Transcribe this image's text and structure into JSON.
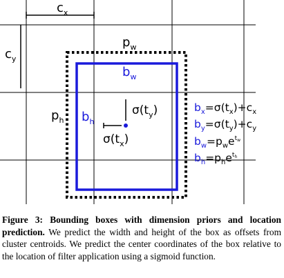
{
  "figure": {
    "grid_color": "#000000",
    "prior_color": "#000000",
    "box_color": "#1a1adb",
    "labels": {
      "cx_main": "c",
      "cx_sub": "x",
      "cy_main": "c",
      "cy_sub": "y",
      "pw_main": "p",
      "pw_sub": "w",
      "ph_main": "p",
      "ph_sub": "h",
      "bw_main": "b",
      "bw_sub": "w",
      "bh_main": "b",
      "bh_sub": "h",
      "sty_pre": "σ(t",
      "sty_sub": "y",
      "sty_post": ")",
      "stx_pre": "σ(t",
      "stx_sub": "x",
      "stx_post": ")"
    },
    "equations": {
      "bx_b": "b",
      "bx_s": "x",
      "bx_rhs1": "=σ(t",
      "bx_rhs_sub": "x",
      "bx_rhs2": ")+c",
      "bx_rhs_sub2": "x",
      "by_b": "b",
      "by_s": "y",
      "by_rhs1": "=σ(t",
      "by_rhs_sub": "y",
      "by_rhs2": ")+c",
      "by_rhs_sub2": "y",
      "bw_b": "b",
      "bw_s": "w",
      "bw_rhs1": "=p",
      "bw_rhs_sub": "w",
      "bw_rhs2": "e",
      "bw_rhs_sup": "t",
      "bw_rhs_supsub": "w",
      "bh_b": "b",
      "bh_s": "h",
      "bh_rhs1": "=p",
      "bh_rhs_sub": "h",
      "bh_rhs2": "e",
      "bh_rhs_sup": "t",
      "bh_rhs_supsub": "h"
    }
  },
  "caption": {
    "label": "Figure 3:",
    "title": "Bounding boxes with dimension priors and location prediction.",
    "body": "We predict the width and height of the box as offsets from cluster centroids. We predict the center coordinates of the box relative to the location of filter application using a sigmoid function."
  }
}
